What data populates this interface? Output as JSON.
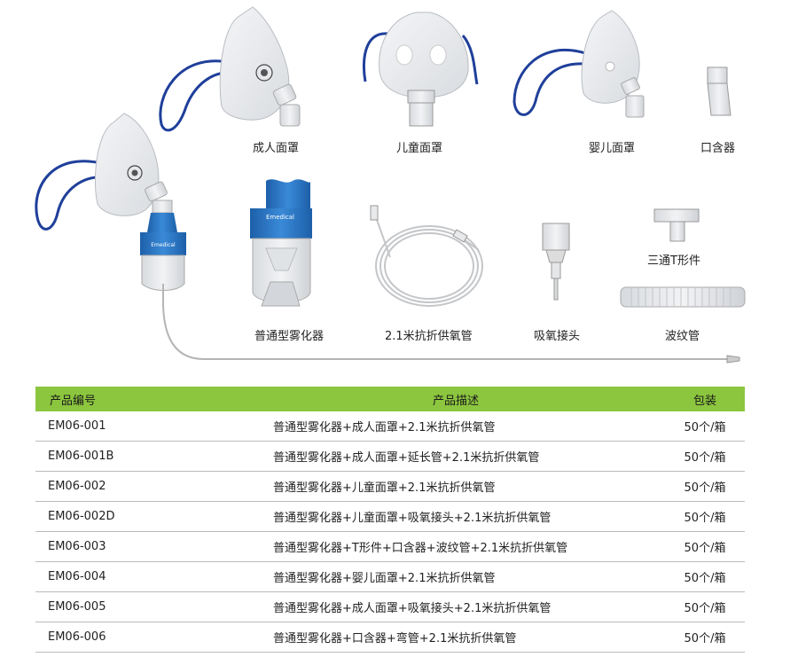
{
  "products": {
    "adult_mask": "成人面罩",
    "child_mask": "儿童面罩",
    "infant_mask": "婴儿面罩",
    "mouthpiece": "口含器",
    "tee": "三通T形件",
    "nebulizer": "普通型雾化器",
    "nebulizer_brand": "Emedical",
    "tubing": "2.1米抗折供氧管",
    "suction_connector": "吸氧接头",
    "corrugated_tube": "波纹管"
  },
  "table": {
    "headers": [
      "产品编号",
      "产品描述",
      "包装"
    ],
    "rows": [
      {
        "code": "EM06-001",
        "desc": "普通型雾化器+成人面罩+2.1米抗折供氧管",
        "pack": "50个/箱"
      },
      {
        "code": "EM06-001B",
        "desc": "普通型雾化器+成人面罩+延长管+2.1米抗折供氧管",
        "pack": "50个/箱"
      },
      {
        "code": "EM06-002",
        "desc": "普通型雾化器+儿童面罩+2.1米抗折供氧管",
        "pack": "50个/箱"
      },
      {
        "code": "EM06-002D",
        "desc": "普通型雾化器+儿童面罩+吸氧接头+2.1米抗折供氧管",
        "pack": "50个/箱"
      },
      {
        "code": "EM06-003",
        "desc": "普通型雾化器+T形件+口含器+波纹管+2.1米抗折供氧管",
        "pack": "50个/箱"
      },
      {
        "code": "EM06-004",
        "desc": "普通型雾化器+婴儿面罩+2.1米抗折供氧管",
        "pack": "50个/箱"
      },
      {
        "code": "EM06-005",
        "desc": "普通型雾化器+成人面罩+吸氧接头+2.1米抗折供氧管",
        "pack": "50个/箱"
      },
      {
        "code": "EM06-006",
        "desc": "普通型雾化器+口含器+弯管+2.1米抗折供氧管",
        "pack": "50个/箱"
      }
    ]
  },
  "colors": {
    "header_green": "#8cc63f",
    "strap_blue": "#1f3f9a",
    "nebulizer_blue": "#2e7fd0"
  }
}
